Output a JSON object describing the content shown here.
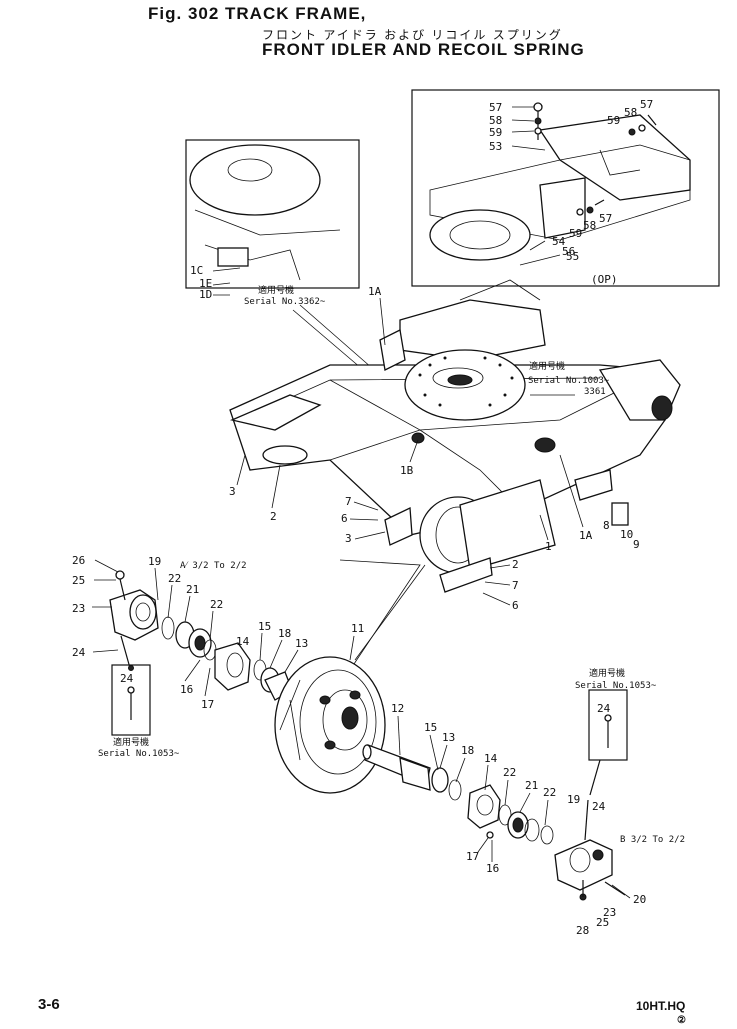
{
  "header": {
    "fig_title": "Fig. 302  TRACK FRAME,",
    "jp_title": "フロント アイドラ および リコイル スプリング",
    "en_title": "FRONT IDLER AND RECOIL SPRING"
  },
  "footer": {
    "page_number": "3-6",
    "document_code": "10HT.HQ",
    "revision_mark": "②"
  },
  "detail_top_right": {
    "label": "(OP)",
    "callouts": [
      "57",
      "58",
      "59",
      "53",
      "57",
      "58",
      "59",
      "57",
      "58",
      "59",
      "54",
      "56",
      "55"
    ]
  },
  "detail_top_left": {
    "callouts": [
      "1C",
      "1E",
      "1D"
    ],
    "serial_jp": "適用号機",
    "serial": "Serial No.3362~"
  },
  "main_serials": {
    "frame_jp": "適用号機",
    "frame": "Serial No.1003~",
    "frame_to": "3361",
    "left_jp": "適用号機",
    "left": "Serial No.1053~",
    "right_jp": "適用号機",
    "right": "Serial No.1053~"
  },
  "refs": {
    "upper": "A⁄ 3/2 To 2/2",
    "lower": "B  3/2 To 2/2"
  },
  "callouts": {
    "c1A_top": "1A",
    "c1B": "1B",
    "c1A_right": "1A",
    "c1": "1",
    "c3a": "3",
    "c2a": "2",
    "c7a": "7",
    "c6a": "6",
    "c3b": "3",
    "c8": "8",
    "c10": "10",
    "c9": "9",
    "c2b": "2",
    "c7b": "7",
    "c6b": "6",
    "c26": "26",
    "c25": "25",
    "c19": "19",
    "c23": "23",
    "c22": "22",
    "c21": "21",
    "c22b": "22",
    "c14": "14",
    "c15": "15",
    "c18": "18",
    "c13": "13",
    "c24": "24",
    "c16": "16",
    "c17": "17",
    "c24box": "24",
    "c11": "11",
    "c12": "12",
    "c15b": "15",
    "c13b": "13",
    "c18b": "18",
    "c14b": "14",
    "c22c": "22",
    "c21b": "21",
    "c22d": "22",
    "c19b": "19",
    "c24b": "24",
    "c24boxb": "24",
    "c17b": "17",
    "c16b": "16",
    "c20": "20",
    "c23b": "23",
    "c25b": "25",
    "c28": "28"
  }
}
